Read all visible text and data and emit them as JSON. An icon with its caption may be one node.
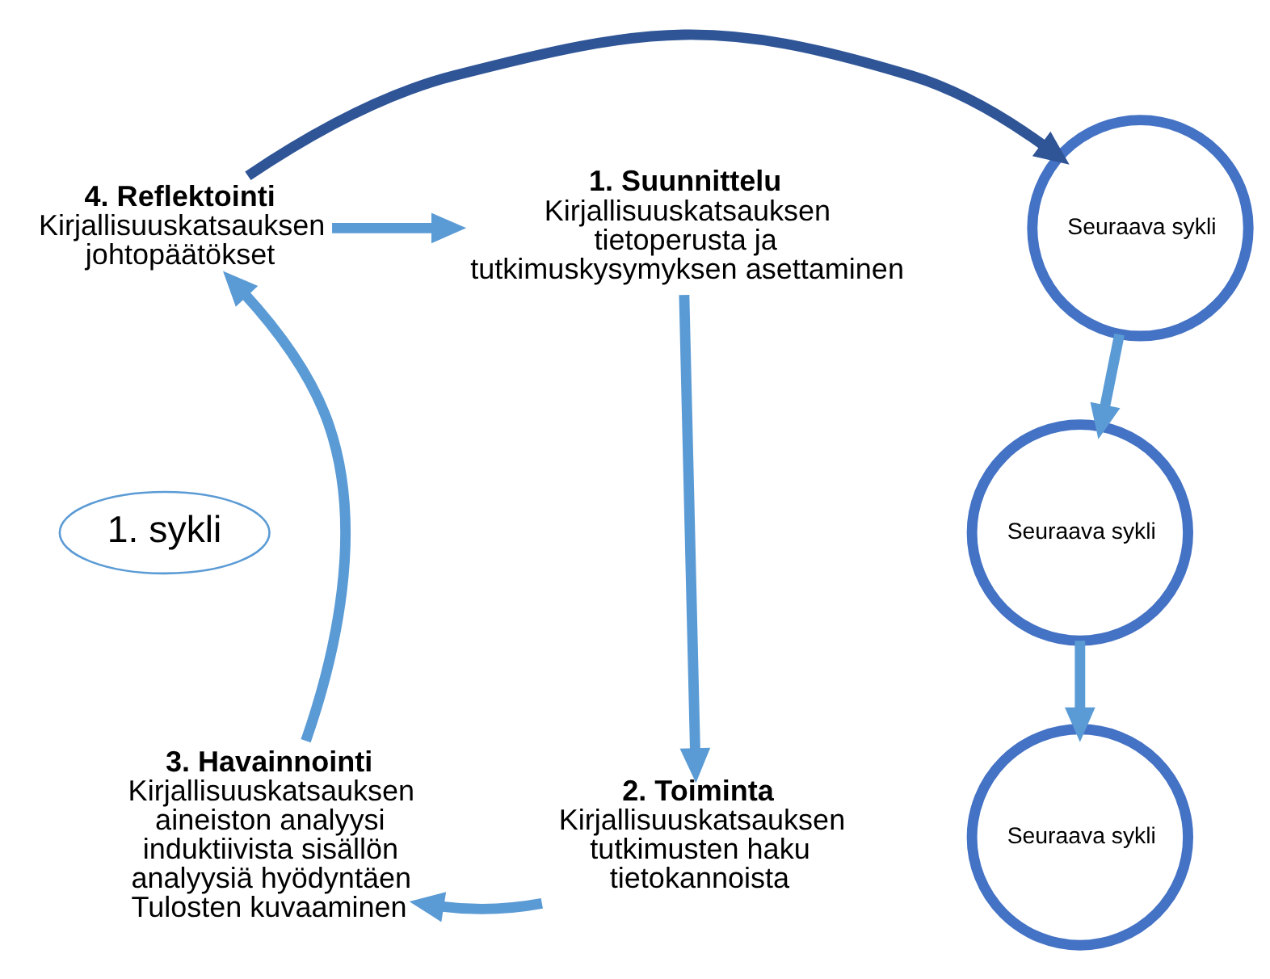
{
  "diagram": {
    "nodes": [
      {
        "text": [
          "1. Suunnittelu",
          "Kirjallisuuskatsauksen tietoperusta ja tutkimuskysymyksen asettaminen"
        ]
      },
      {
        "text": [
          "2. Toiminta",
          "Kirjallisuuskatsauksen tutkimusten haku tietokannoista"
        ]
      },
      {
        "text": [
          "3. Havainnointi",
          "Kirjallisuuskatsauksen aineiston analyysi induktiivista sisällön analyysiä hyödyntäen",
          "Tulosten kuvaaminen"
        ]
      },
      {
        "text": [
          "4. Reflektointi",
          "Kirjallisuuskatsauksen johtopäätökset"
        ]
      },
      {
        "text": [
          "1. sykli"
        ]
      },
      {
        "text": [
          "Seuraava sykli"
        ]
      },
      {
        "text": [
          "Seuraava sykli"
        ]
      },
      {
        "text": [
          "Seuraava sykli"
        ]
      }
    ],
    "edges": [
      {
        "from": 0,
        "to": 1,
        "arrow": "to"
      },
      {
        "from": 1,
        "to": 2,
        "arrow": "to"
      },
      {
        "from": 2,
        "to": 3,
        "arrow": "to"
      },
      {
        "from": 3,
        "to": 0,
        "arrow": "to"
      },
      {
        "from": 3,
        "to": 5,
        "arrow": "to",
        "color": "#2f5597"
      },
      {
        "from": 5,
        "to": 6,
        "arrow": "to"
      },
      {
        "from": 6,
        "to": 7,
        "arrow": "to"
      }
    ]
  }
}
